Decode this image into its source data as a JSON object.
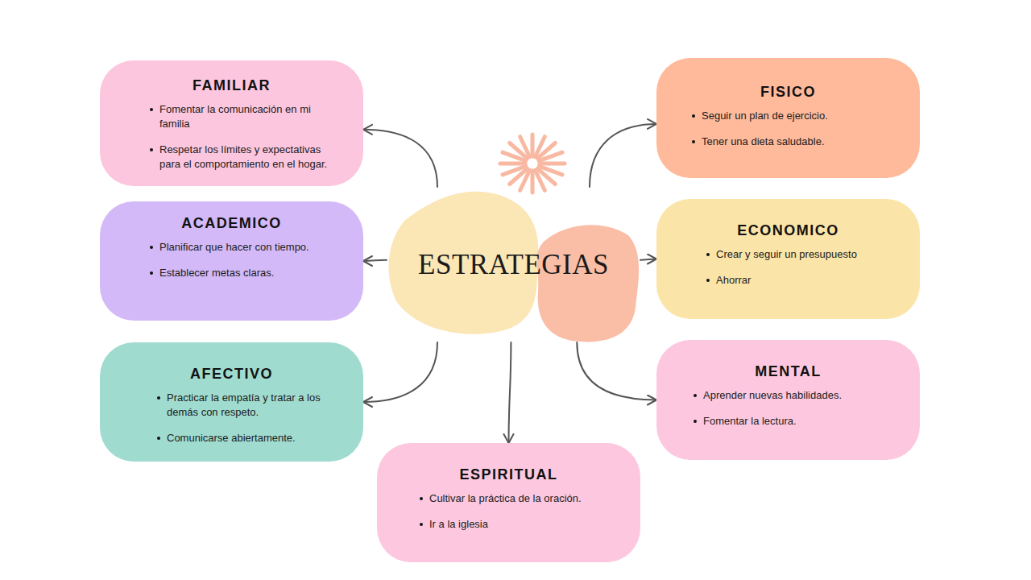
{
  "diagram": {
    "nodes": [
      {
        "text": [
          "FAMILIAR",
          "Fomentar la comunicación en mi familia",
          "Respetar los límites y expectativas para el comportamiento en el hogar."
        ]
      },
      {
        "text": [
          "FISICO",
          "Seguir un plan de ejercicio.",
          "Tener una dieta saludable."
        ]
      },
      {
        "text": [
          "ACADEMICO",
          "Planificar que hacer con tiempo.",
          "Establecer metas claras."
        ]
      },
      {
        "text": [
          "ESTRATEGIAS"
        ]
      },
      {
        "text": [
          "ECONOMICO",
          "Crear y seguir un presupuesto",
          "Ahorrar"
        ]
      },
      {
        "text": [
          "AFECTIVO",
          "Practicar la empatía y tratar a los demás con respeto.",
          "Comunicarse abiertamente."
        ]
      },
      {
        "text": [
          "MENTAL",
          "Aprender nuevas habilidades.",
          "Fomentar la lectura."
        ]
      },
      {
        "text": [
          "ESPIRITUAL",
          "Cultivar la práctica de la oración.",
          "Ir a la iglesia"
        ]
      }
    ],
    "edges": [
      {
        "from": 3,
        "to": 0,
        "arrow": "to"
      },
      {
        "from": 3,
        "to": 1,
        "arrow": "to"
      },
      {
        "from": 3,
        "to": 2,
        "arrow": "to"
      },
      {
        "from": 3,
        "to": 4,
        "arrow": "to"
      },
      {
        "from": 3,
        "to": 5,
        "arrow": "to"
      },
      {
        "from": 3,
        "to": 6,
        "arrow": "to"
      },
      {
        "from": 3,
        "to": 7,
        "arrow": "to"
      }
    ]
  }
}
